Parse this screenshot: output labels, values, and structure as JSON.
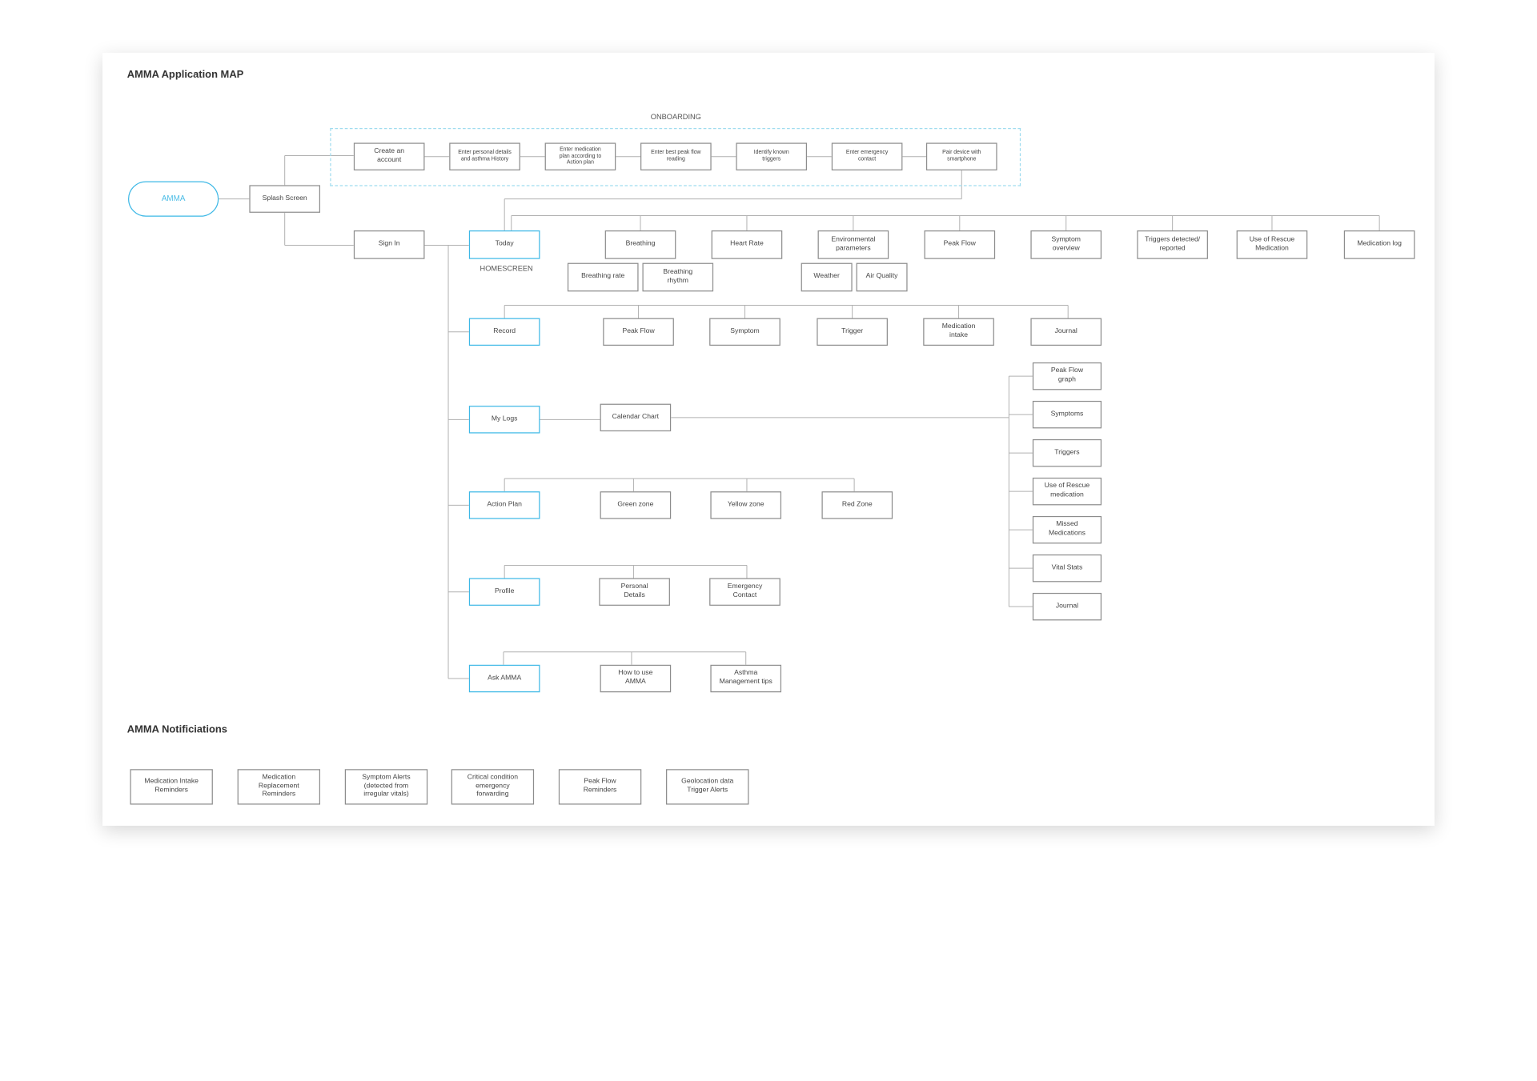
{
  "titles": {
    "app_map": "AMMA Application MAP",
    "notifications": "AMMA Notificiations",
    "onboarding": "ONBOARDING",
    "homescreen": "HOMESCREEN"
  },
  "colors": {
    "accent": "#3db8e6",
    "box_border": "#8d8d8d",
    "line": "#b0b0b0"
  },
  "start": {
    "amma": "AMMA",
    "splash": "Splash Screen",
    "sign_in": "Sign In"
  },
  "onboarding_steps": [
    "Create an\naccount",
    "Enter personal details\nand asthma History",
    "Enter medication\nplan according to\nAction plan",
    "Enter best peak flow\nreading",
    "Identify known\ntriggers",
    "Enter emergency\ncontact",
    "Pair device with\nsmartphone"
  ],
  "main_nav": [
    "Today",
    "Record",
    "My Logs",
    "Action Plan",
    "Profile",
    "Ask AMMA"
  ],
  "today_items": [
    "Breathing",
    "Heart Rate",
    "Environmental\nparameters",
    "Peak Flow",
    "Symptom\noverview",
    "Triggers detected/\nreported",
    "Use of Rescue\nMedication",
    "Medication log"
  ],
  "breathing_sub": [
    "Breathing rate",
    "Breathing\nrhythm"
  ],
  "environment_sub": [
    "Weather",
    "Air Quality"
  ],
  "record_items": [
    "Peak Flow",
    "Symptom",
    "Trigger",
    "Medication\nintake",
    "Journal"
  ],
  "mylogs": {
    "calendar": "Calendar Chart",
    "items": [
      "Peak Flow\ngraph",
      "Symptoms",
      "Triggers",
      "Use of Rescue\nmedication",
      "Missed\nMedications",
      "Vital Stats",
      "Journal"
    ]
  },
  "action_plan_items": [
    "Green zone",
    "Yellow zone",
    "Red Zone"
  ],
  "profile_items": [
    "Personal\nDetails",
    "Emergency\nContact"
  ],
  "ask_items": [
    "How to use\nAMMA",
    "Asthma\nManagement tips"
  ],
  "notifications": [
    "Medication Intake\nReminders",
    "Medication\nReplacement\nReminders",
    "Symptom Alerts\n(detected from\nirregular vitals)",
    "Critical condition\nemergency\nforwarding",
    "Peak Flow\nReminders",
    "Geolocation data\nTrigger Alerts"
  ]
}
